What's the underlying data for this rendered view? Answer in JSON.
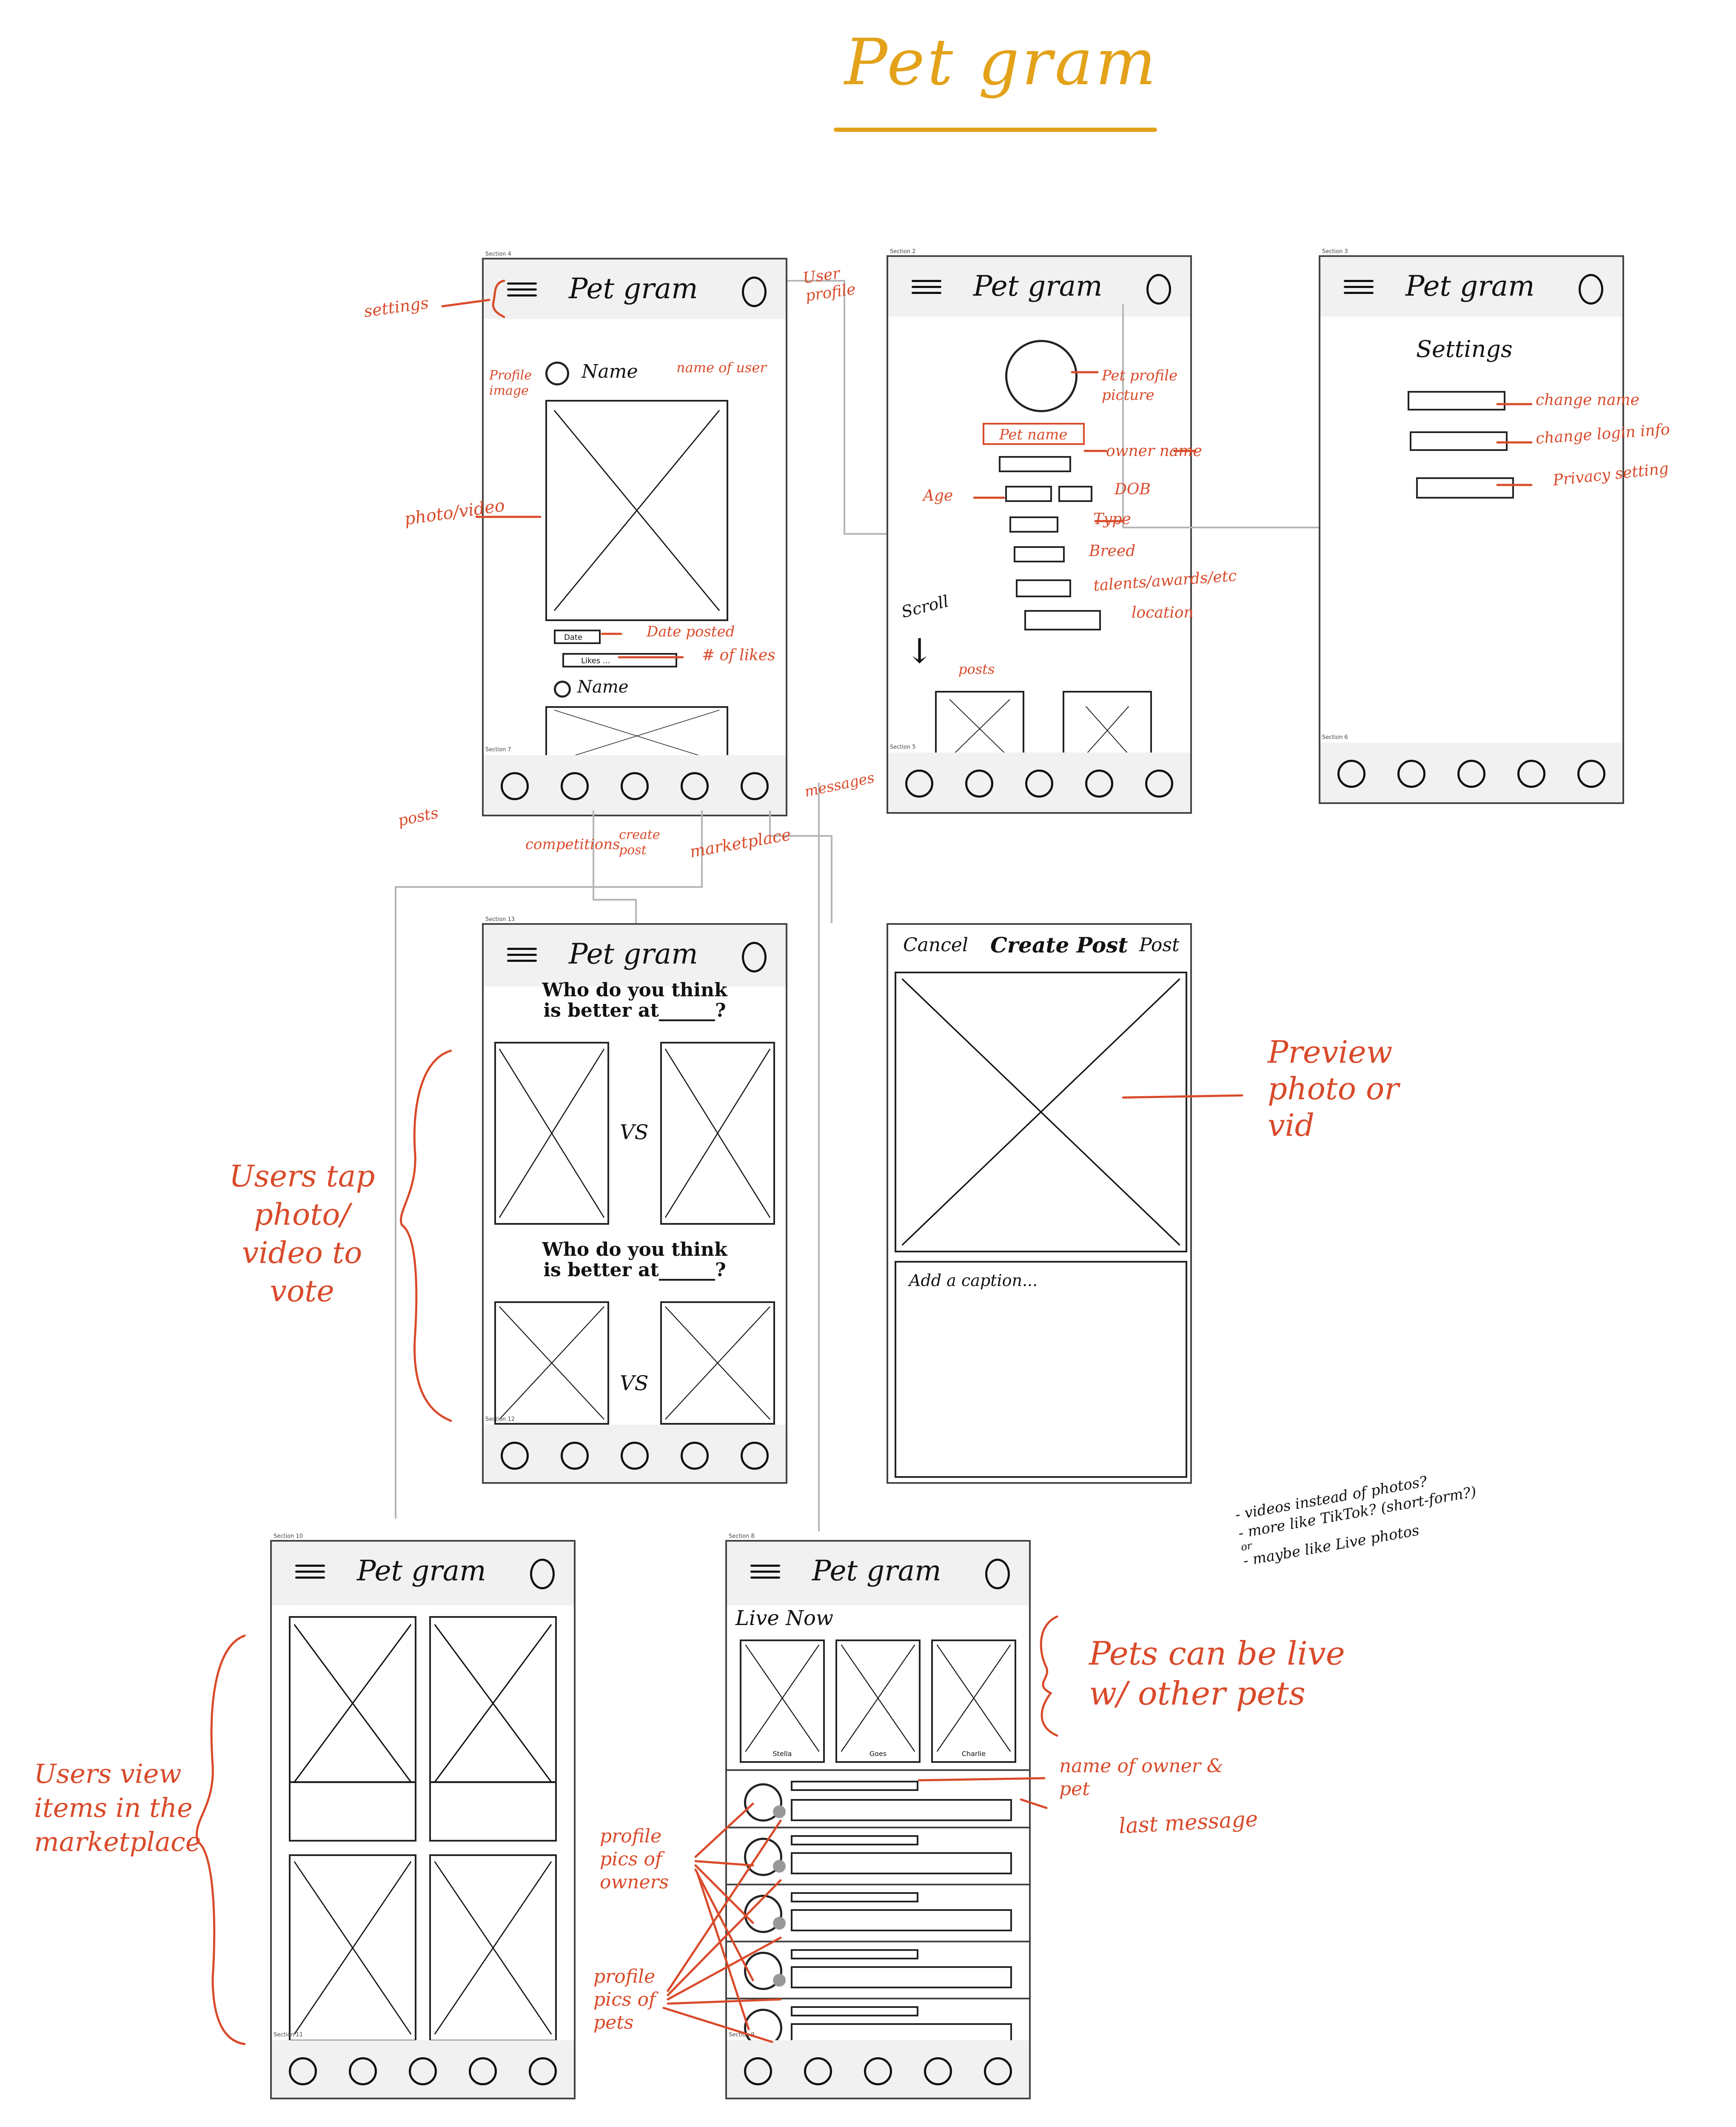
{
  "title": "Pet gram",
  "brand": "Pet gram",
  "sections": {
    "feed": "Section 4",
    "feed_nav": "Section 7",
    "profile": "Section 2",
    "profile_nav": "Section 5",
    "settings": "Section 3",
    "settings_nav": "Section 6",
    "competition": "Section 13",
    "competition_nav": "Section 12",
    "market": "Section 10",
    "market_nav": "Section 11",
    "messages": "Section 8",
    "messages_nav": "Section 9"
  },
  "feed": {
    "name1": "Name",
    "name2": "Name",
    "date": "Date",
    "likes": "Likes ..."
  },
  "profile": {
    "pet_name": "Pet name",
    "scroll": "Scroll",
    "posts": "posts"
  },
  "settings": {
    "heading": "Settings"
  },
  "competition": {
    "question1_line1": "Who do you think",
    "question1_line2": "is better at______?",
    "question2_line1": "Who do you think",
    "question2_line2": "is better at______?",
    "vs": "VS"
  },
  "create_post": {
    "cancel": "Cancel",
    "title": "Create Post",
    "post": "Post",
    "caption_placeholder": "Add a caption..."
  },
  "messages": {
    "live_now": "Live Now",
    "live_names": [
      "Stella",
      "Goes",
      "Charlie"
    ]
  },
  "annotations": {
    "settings": "settings",
    "user_profile": "User profile",
    "profile_image": "Profile image",
    "name_of_user": "name of user",
    "photo_video": "photo/video",
    "date_posted": "Date posted",
    "num_likes": "# of likes",
    "posts": "posts",
    "competitions": "competitions",
    "create_post": "create post",
    "marketplace": "marketplace",
    "messages": "messages",
    "pet_profile_picture": "Pet profile picture",
    "owner_name": "owner name",
    "age": "Age",
    "dob": "DOB",
    "type": "Type",
    "breed": "Breed",
    "talents": "talents/awards/etc",
    "location": "location",
    "change_name": "change name",
    "change_login": "change login info",
    "privacy_setting": "Privacy setting",
    "users_tap_vote": "Users tap photo/ video to vote",
    "preview": "Preview photo or vid",
    "users_view_items": "Users view items in the marketplace",
    "notes": [
      "- videos instead of photos?",
      "- more like TikTok? (short-form?)",
      "or",
      "- maybe like Live photos"
    ],
    "pets_live": "Pets can be live w/ other pets",
    "name_owner_pet": "name of owner & pet",
    "last_message": "last message",
    "profile_pics_owners": "profile pics of owners",
    "profile_pics_pets": "profile pics of pets"
  },
  "colors": {
    "title": "#E3A21A",
    "annotation": "#D94A2A",
    "frame": "#444444",
    "bar": "#f1f1f1"
  }
}
